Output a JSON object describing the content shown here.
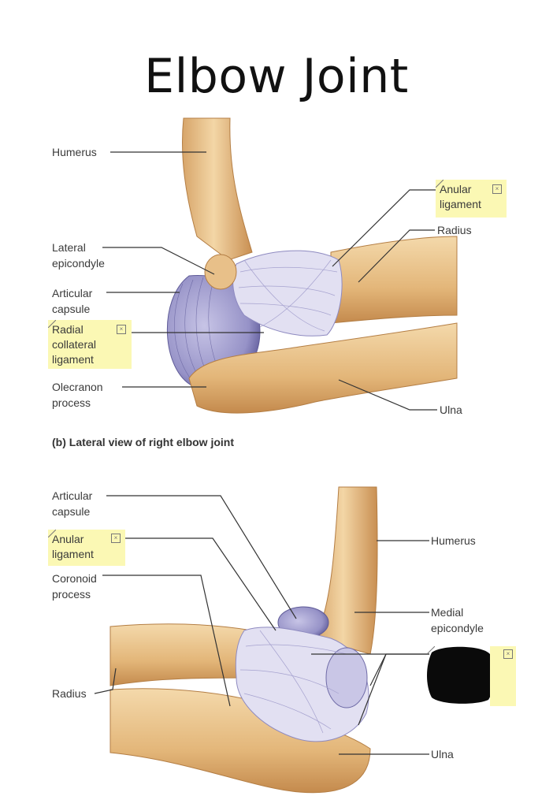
{
  "title": "Elbow Joint",
  "lateral": {
    "caption": "(b) Lateral view of right elbow joint",
    "humerus": "Humerus",
    "lateral_epicondyle": [
      "Lateral",
      "epicondyle"
    ],
    "articular_capsule": [
      "Articular",
      "capsule"
    ],
    "radial_collateral": [
      "Radial",
      "collateral",
      "ligament"
    ],
    "olecranon": [
      "Olecranon",
      "process"
    ],
    "anular": [
      "Anular",
      "ligament"
    ],
    "radius": "Radius",
    "ulna": "Ulna"
  },
  "medial": {
    "articular_capsule": [
      "Articular",
      "capsule"
    ],
    "anular": [
      "Anular",
      "ligament"
    ],
    "coronoid": [
      "Coronoid",
      "process"
    ],
    "radius": "Radius",
    "humerus": "Humerus",
    "medial_epicondyle": [
      "Medial",
      "epicondyle"
    ],
    "ulna": "Ulna"
  },
  "colors": {
    "bone": "#e9c48c",
    "bone_shadow": "#c89458",
    "ligament": "#dedcf0",
    "ligament_shadow": "#9f9bc6",
    "note": "#fbf8b4"
  }
}
